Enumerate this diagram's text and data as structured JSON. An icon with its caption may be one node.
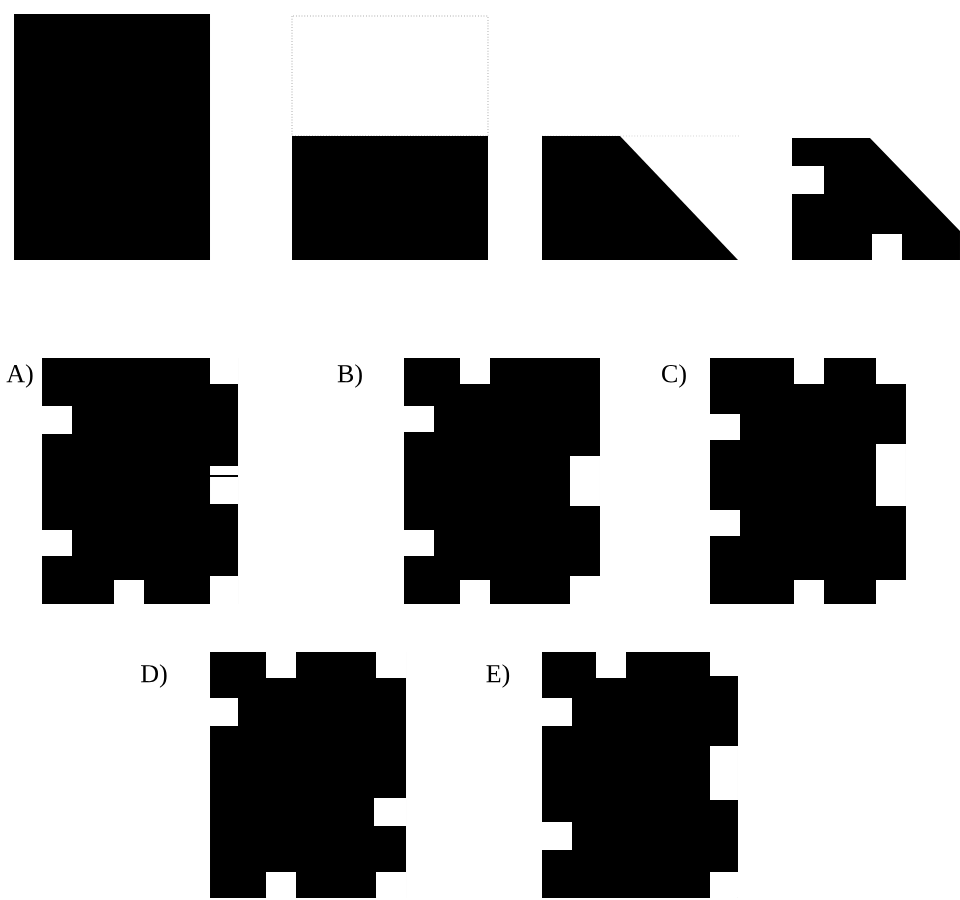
{
  "diagram": {
    "labels": [
      "A)",
      "B)",
      "C)",
      "D)",
      "E)"
    ]
  }
}
